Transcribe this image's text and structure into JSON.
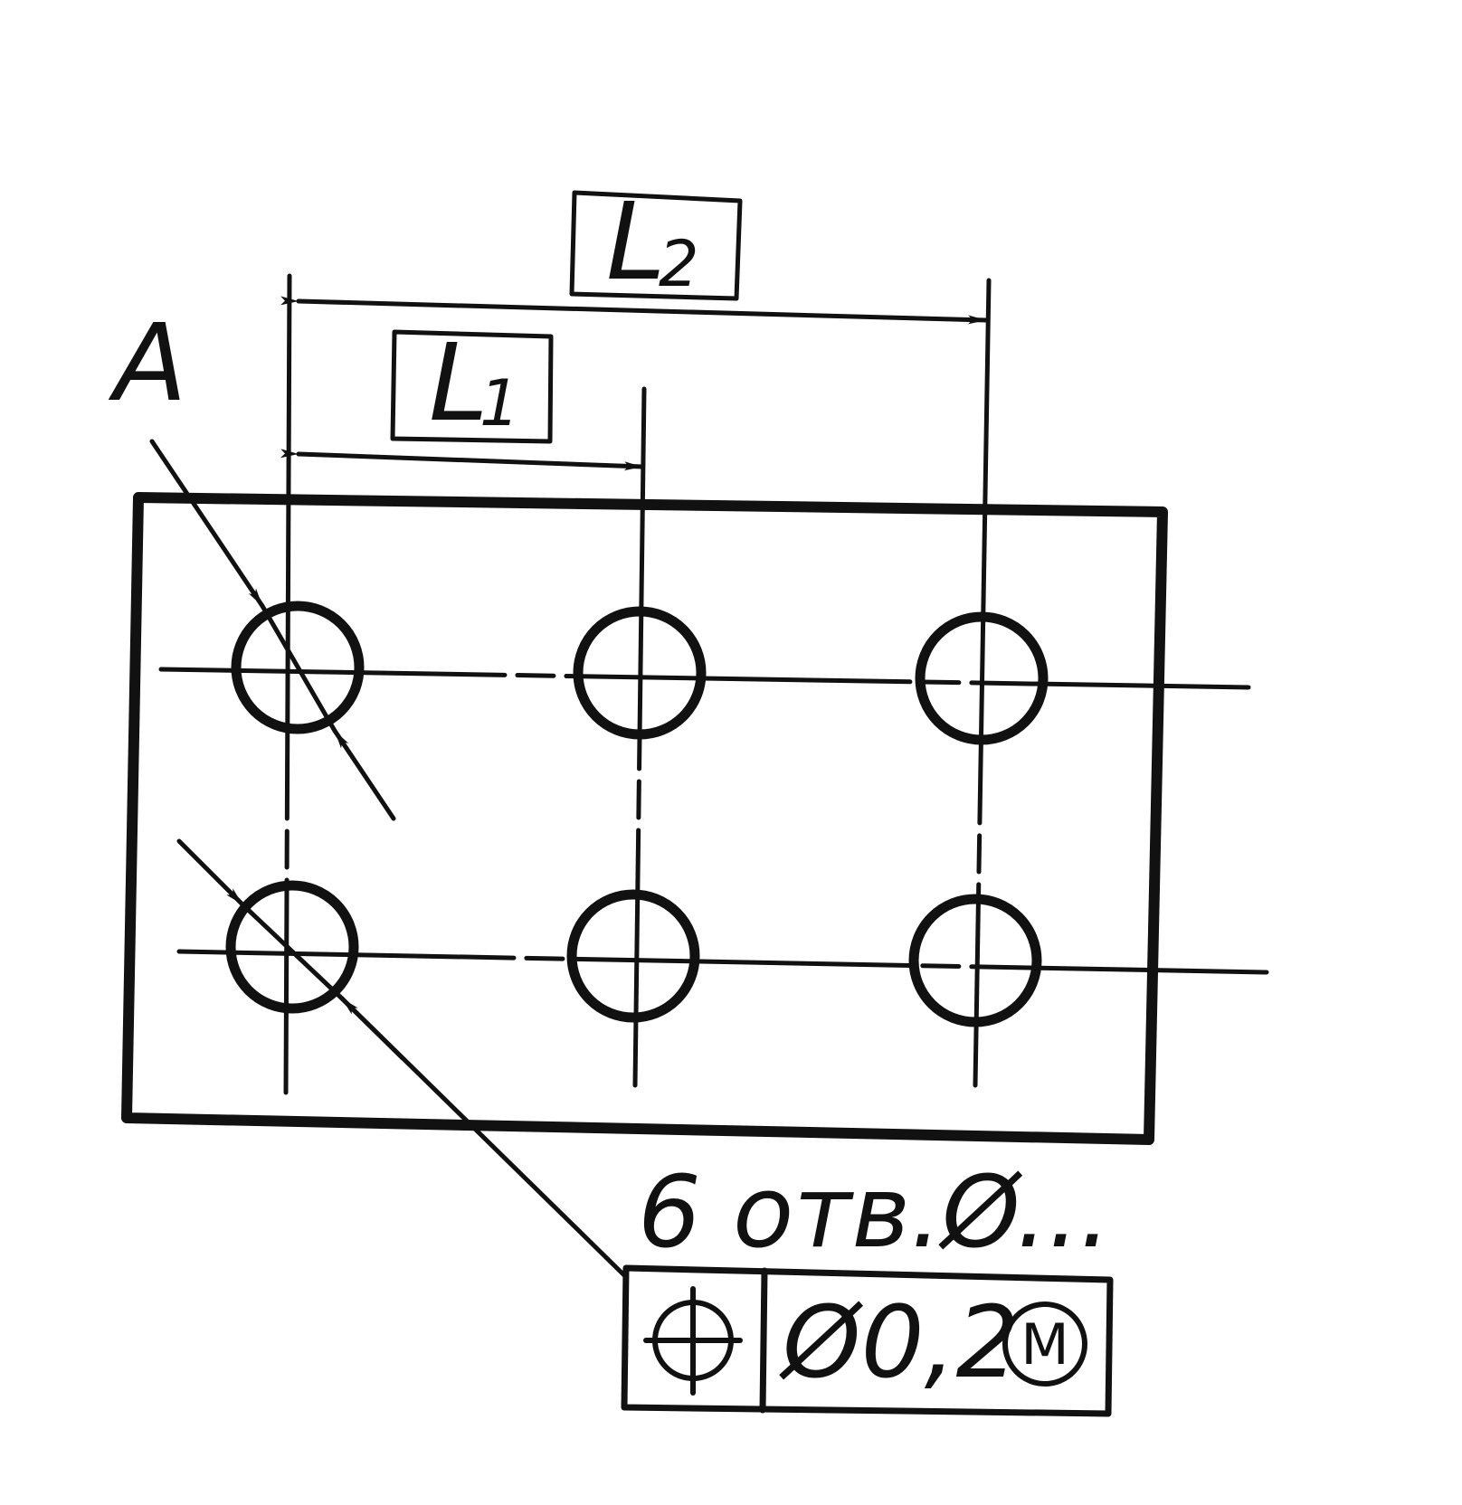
{
  "drawing": {
    "datum_label": "A",
    "dimensions": [
      {
        "letter": "L",
        "index": "1"
      },
      {
        "letter": "L",
        "index": "2"
      }
    ],
    "hole_note": "6 отв.Ø...",
    "control_frame": {
      "symbol": "position-symbol",
      "tolerance": "Ø0,2",
      "modifier": "M"
    }
  }
}
